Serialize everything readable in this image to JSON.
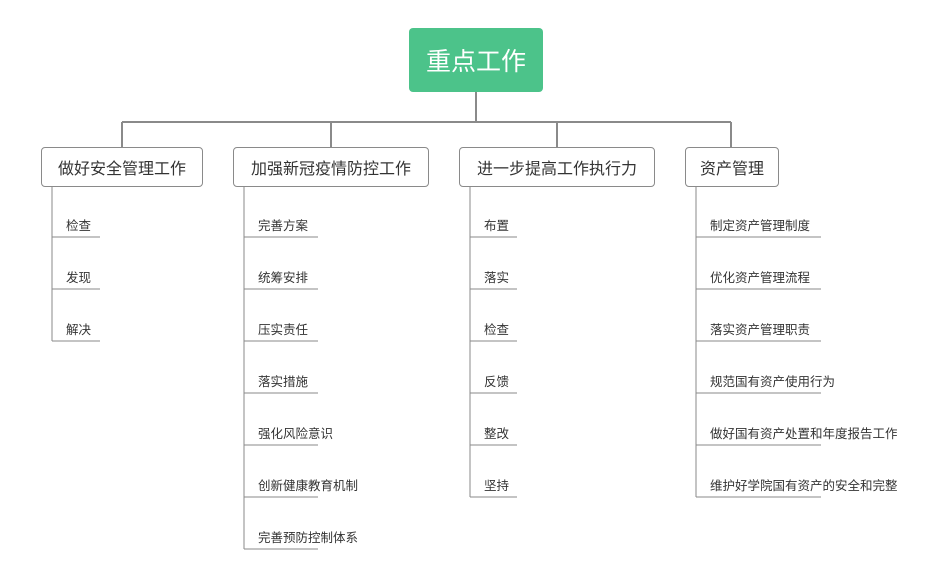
{
  "root": {
    "label": "重点工作",
    "color": "#4cc38a"
  },
  "branches": [
    {
      "label": "做好安全管理工作",
      "items": [
        "检查",
        "发现",
        "解决"
      ]
    },
    {
      "label": "加强新冠疫情防控工作",
      "items": [
        "完善方案",
        "统筹安排",
        "压实责任",
        "落实措施",
        "强化风险意识",
        "创新健康教育机制",
        "完善预防控制体系"
      ]
    },
    {
      "label": "进一步提高工作执行力",
      "items": [
        "布置",
        "落实",
        "检查",
        "反馈",
        "整改",
        "坚持"
      ]
    },
    {
      "label": "资产管理",
      "items": [
        "制定资产管理制度",
        "优化资产管理流程",
        "落实资产管理职责",
        "规范国有资产使用行为",
        "做好国有资产处置和年度报告工作",
        "维护好学院国有资产的安全和完整"
      ]
    }
  ]
}
